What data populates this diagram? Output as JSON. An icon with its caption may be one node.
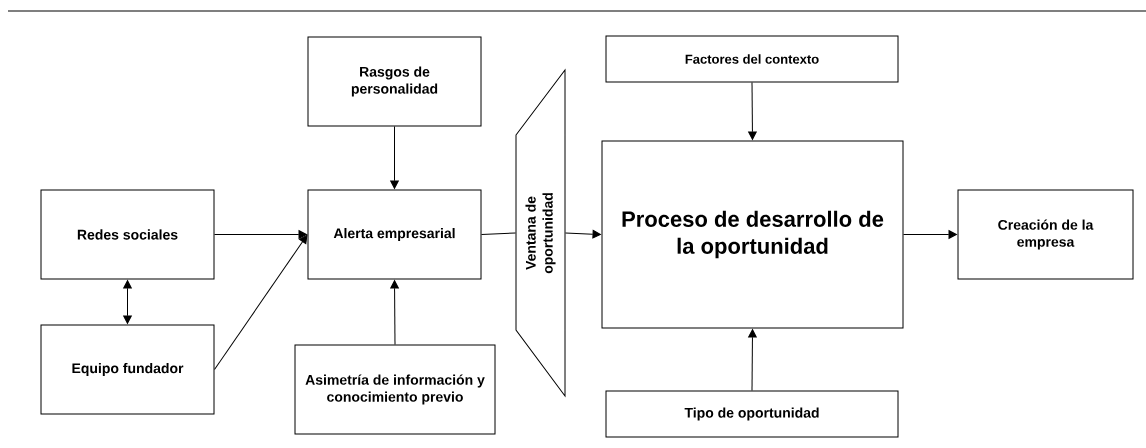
{
  "diagram": {
    "nodes": [
      {
        "text": [
          "Redes sociales"
        ]
      },
      {
        "text": [
          "Equipo fundador"
        ]
      },
      {
        "text": [
          "Rasgos de personalidad"
        ]
      },
      {
        "text": [
          "Alerta empresarial"
        ]
      },
      {
        "text": [
          "Asimetría de información y conocimiento previo"
        ]
      },
      {
        "text": [
          "Ventana de oportunidad"
        ]
      },
      {
        "text": [
          "Factores del contexto"
        ]
      },
      {
        "text": [
          "Proceso de desarrollo de la oportunidad"
        ]
      },
      {
        "text": [
          "Tipo de oportunidad"
        ]
      },
      {
        "text": [
          "Creación de la empresa"
        ]
      }
    ],
    "edges": [
      {
        "from": 0,
        "to": 3,
        "arrow": "to"
      },
      {
        "from": 0,
        "to": 1,
        "arrow": "both"
      },
      {
        "from": 1,
        "to": 3,
        "arrow": "to"
      },
      {
        "from": 2,
        "to": 3,
        "arrow": "to"
      },
      {
        "from": 4,
        "to": 3,
        "arrow": "to"
      },
      {
        "from": 3,
        "to": 5,
        "arrow": "none"
      },
      {
        "from": 5,
        "to": 7,
        "arrow": "to"
      },
      {
        "from": 6,
        "to": 7,
        "arrow": "to"
      },
      {
        "from": 8,
        "to": 7,
        "arrow": "to"
      },
      {
        "from": 7,
        "to": 9,
        "arrow": "to"
      }
    ]
  }
}
